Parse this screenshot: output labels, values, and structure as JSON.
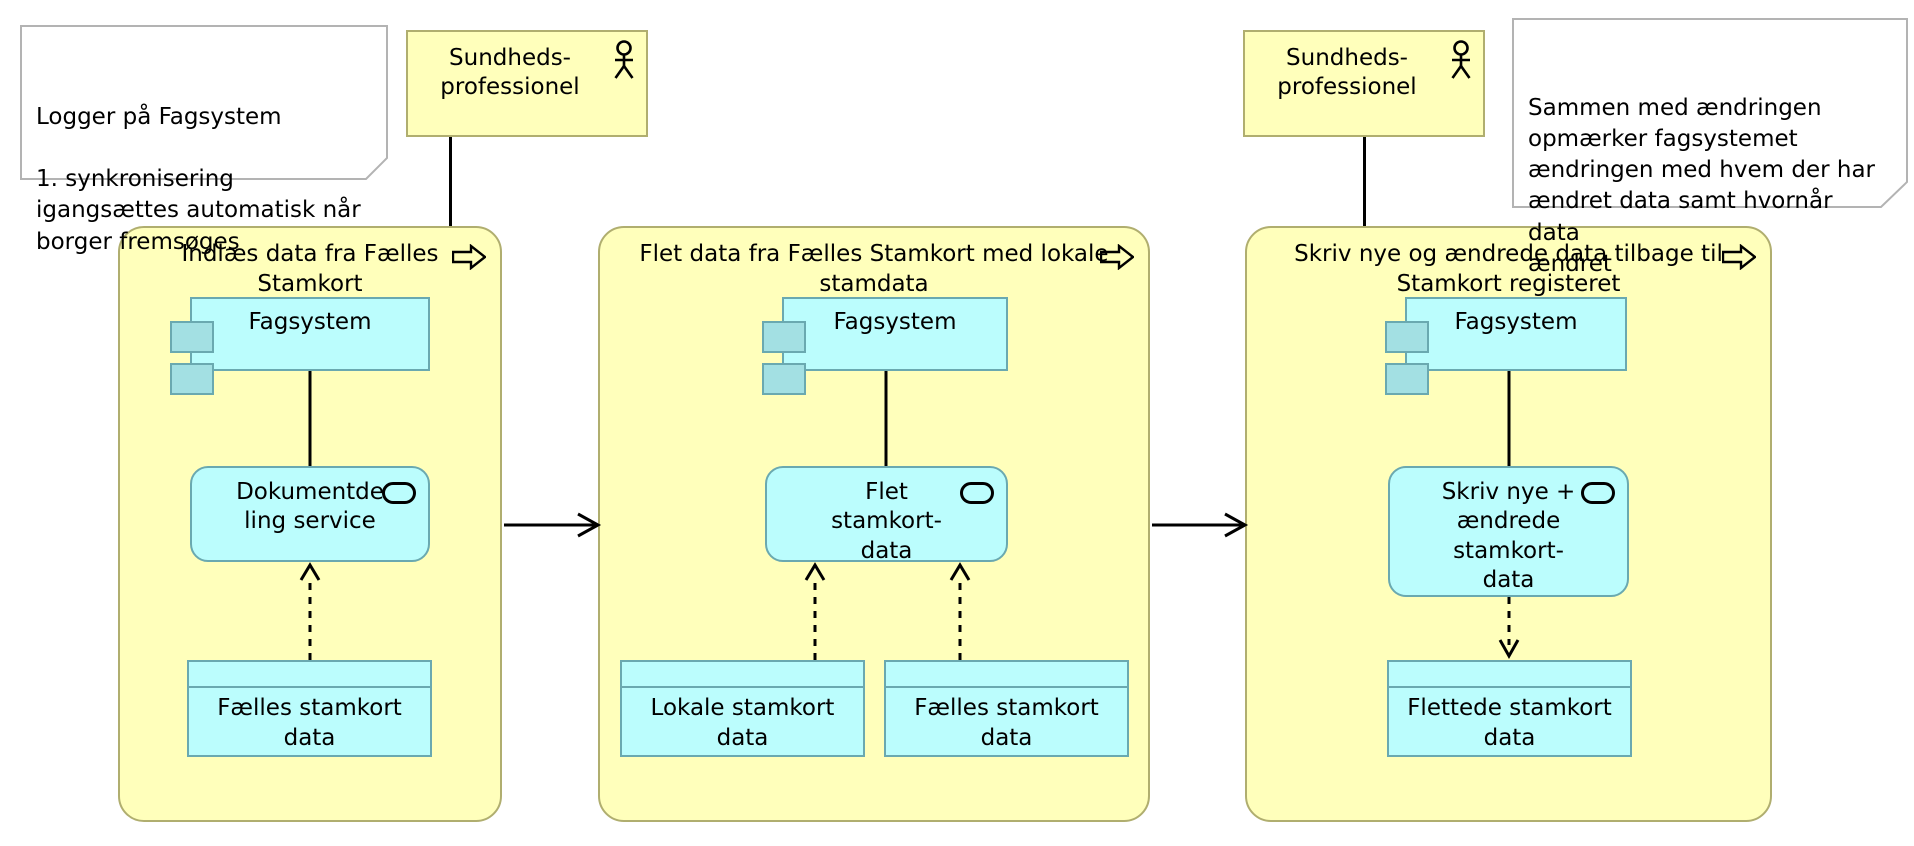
{
  "diagram": {
    "type": "archimate-business-process",
    "notes": [
      {
        "id": "note-left",
        "text": "Logger på Fagsystem\n\n1. synkronisering\nigangsættes automatisk når\nborger fremsøges"
      },
      {
        "id": "note-right",
        "text": "Sammen med ændringen\nopmærker fagsystemet\nændringen med hvem der har\nændret data samt hvornår data\nændret"
      }
    ],
    "actors": [
      {
        "id": "actor-left",
        "label": "Sundheds-\nprofessionel",
        "icon": "actor-stick-figure-icon"
      },
      {
        "id": "actor-right",
        "label": "Sundheds-\nprofessionel",
        "icon": "actor-stick-figure-icon"
      }
    ],
    "groups": [
      {
        "id": "group-1",
        "title": "Indlæs data fra Fælles\nStamkort",
        "icon": "process-arrow-icon",
        "component": {
          "label": "Fagsystem",
          "icon": "component-icon"
        },
        "service": {
          "label": "Dokumentde\nling service",
          "icon": "service-rounded-icon"
        },
        "data_objects": [
          {
            "label": "Fælles stamkort\ndata",
            "icon": "data-object-icon"
          }
        ],
        "service_to_data_direction": "up"
      },
      {
        "id": "group-2",
        "title": "Flet data fra Fælles Stamkort med lokale\nstamdata",
        "icon": "process-arrow-icon",
        "component": {
          "label": "Fagsystem",
          "icon": "component-icon"
        },
        "service": {
          "label": "Flet\nstamkort-\ndata",
          "icon": "service-rounded-icon"
        },
        "data_objects": [
          {
            "label": "Lokale stamkort\ndata",
            "icon": "data-object-icon"
          },
          {
            "label": "Fælles stamkort\ndata",
            "icon": "data-object-icon"
          }
        ],
        "service_to_data_direction": "up"
      },
      {
        "id": "group-3",
        "title": "Skriv nye og ændrede data tilbage til\nStamkort registeret",
        "icon": "process-arrow-icon",
        "component": {
          "label": "Fagsystem",
          "icon": "component-icon"
        },
        "service": {
          "label": "Skriv nye +\nændrede\nstamkort-\ndata",
          "icon": "service-rounded-icon"
        },
        "data_objects": [
          {
            "label": "Flettede stamkort\ndata",
            "icon": "data-object-icon"
          }
        ],
        "service_to_data_direction": "down"
      }
    ],
    "flows": [
      {
        "id": "flow-1-to-2",
        "from": "group-1",
        "to": "group-2",
        "style": "solid-open-arrow"
      },
      {
        "id": "flow-2-to-3",
        "from": "group-2",
        "to": "group-3",
        "style": "solid-open-arrow"
      }
    ],
    "colors": {
      "group_fill": "#ffffbb",
      "group_stroke": "#b0ae6f",
      "element_fill": "#bbfdfd",
      "element_stroke": "#6aa9b0",
      "component_tab_fill": "#a3e0e3",
      "note_fill": "#ffffff",
      "note_stroke": "#b3b3b3",
      "line": "#000000"
    }
  }
}
